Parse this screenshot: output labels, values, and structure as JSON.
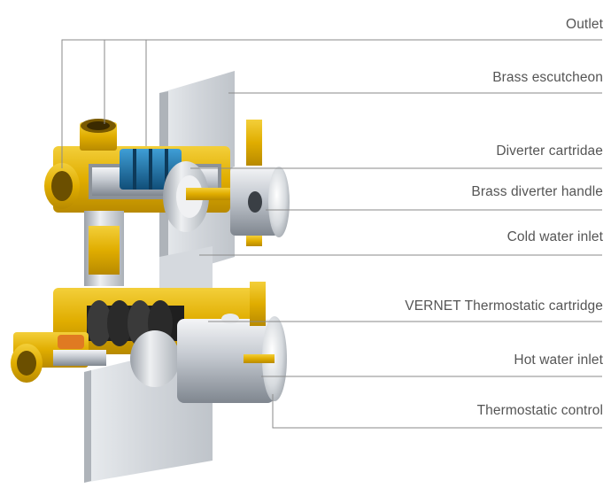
{
  "labels": [
    {
      "id": "outlet",
      "text": "Outlet"
    },
    {
      "id": "brass-escutcheon",
      "text": "Brass escutcheon"
    },
    {
      "id": "diverter-cartridge",
      "text": "Diverter cartridae"
    },
    {
      "id": "brass-diverter-handle",
      "text": "Brass diverter handle"
    },
    {
      "id": "cold-water-inlet",
      "text": "Cold water inlet"
    },
    {
      "id": "vernet-thermostatic-cartridge",
      "text": "VERNET Thermostatic cartridge"
    },
    {
      "id": "hot-water-inlet",
      "text": "Hot water inlet"
    },
    {
      "id": "thermostatic-control",
      "text": "Thermostatic control"
    }
  ],
  "colors": {
    "leader_line": "#8a8a8a",
    "label_text": "#555555",
    "brass": "#e3b200",
    "steel": "#c8ccd2",
    "wall": "#d9dde2",
    "diverter_blue": "#1b6fa8",
    "cartridge_dark": "#2c2c2c",
    "spring_orange": "#e07a22"
  }
}
